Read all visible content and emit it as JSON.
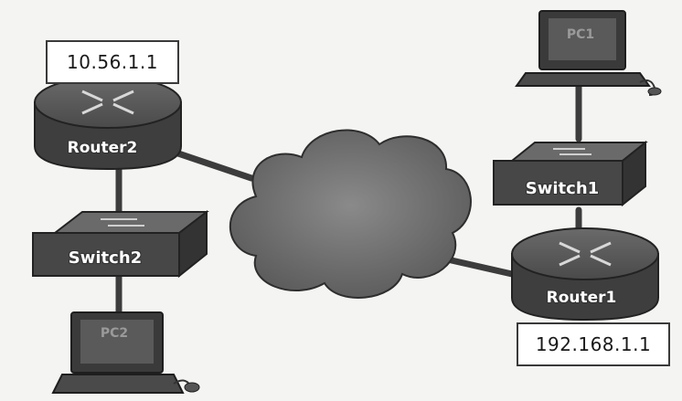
{
  "diagram": {
    "devices": {
      "router1": {
        "label": "Router1",
        "address": "192.168.1.1"
      },
      "router2": {
        "label": "Router2",
        "address": "10.56.1.1"
      },
      "switch1": {
        "label": "Switch1"
      },
      "switch2": {
        "label": "Switch2"
      },
      "pc1": {
        "label": "PC1"
      },
      "pc2": {
        "label": "PC2"
      }
    },
    "colors": {
      "device_fill": "#4d4d4d",
      "cloud_fill": "#6e6e6e",
      "link": "#3c3c3c",
      "pc_screen": "#bdbdbd"
    }
  }
}
